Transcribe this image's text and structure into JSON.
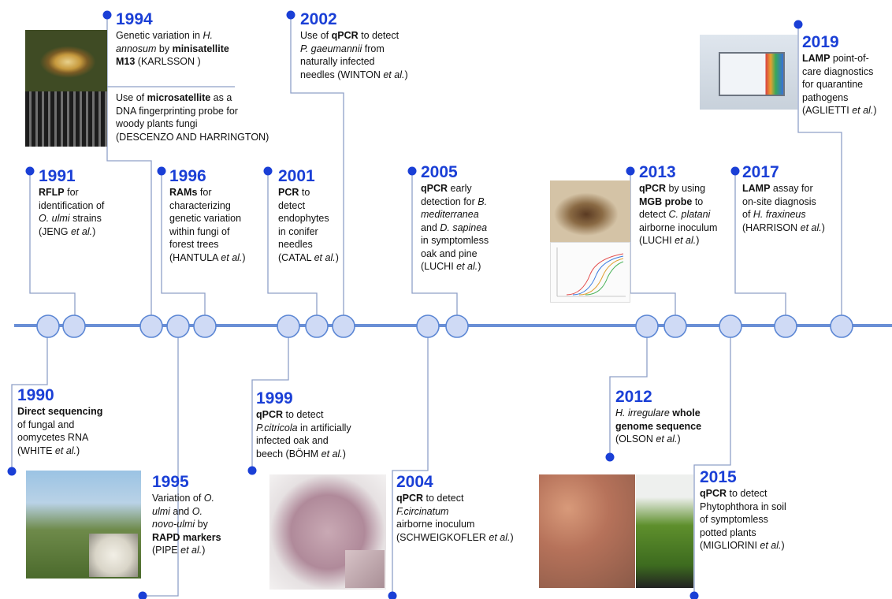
{
  "colors": {
    "line": "#6a8fd6",
    "circle_fill": "#cfdaf5",
    "circle_stroke": "#5b86d4",
    "year": "#1a3fd6",
    "leader": "#8fa0c8",
    "dot": "#1a3fd6"
  },
  "milestones": {
    "e1990": {
      "year": "1990",
      "lines": [
        "**Direct sequencing**",
        "of fungal and",
        "oomycetes RNA",
        "(WHITE *et al.*)"
      ]
    },
    "e1991": {
      "year": "1991",
      "lines": [
        "**RFLP** for",
        "identification of",
        "*O. ulmi* strains",
        "(JENG  *et al.*)"
      ]
    },
    "e1994": {
      "year": "1994",
      "lines": [
        "Genetic variation in *H.*",
        "*annosum* by  **minisatellite**",
        "**M13** (KARLSSON )"
      ]
    },
    "e1994b": {
      "lines": [
        "Use of **microsatellite** as a",
        "DNA fingerprinting probe for",
        "woody plants fungi",
        "(DESCENZO AND HARRINGTON)"
      ]
    },
    "e1995": {
      "year": "1995",
      "lines": [
        "Variation of  *O.*",
        "*ulmi* and *O.*",
        "*novo-ulmi* by",
        "**RAPD markers**",
        "(PIPE *et al.*)"
      ]
    },
    "e1996": {
      "year": "1996",
      "lines": [
        "**RAMs** for",
        "characterizing",
        "genetic variation",
        "within fungi of",
        "forest trees",
        "(HANTULA *et al.*)"
      ]
    },
    "e1999": {
      "year": "1999",
      "lines": [
        "**qPCR** to detect",
        "*P.citricola* in artificially",
        "infected oak and",
        "beech (BÖHM *et al.*)"
      ]
    },
    "e2001": {
      "year": "2001",
      "lines": [
        "**PCR** to",
        "detect",
        "endophytes",
        "in conifer",
        "needles",
        "(CATAL *et al.*)"
      ]
    },
    "e2002": {
      "year": "2002",
      "lines": [
        "Use of **qPCR** to detect",
        "*P. gaeumannii* from",
        "naturally infected",
        "needles (WINTON *et al.*)"
      ]
    },
    "e2004": {
      "year": "2004",
      "lines": [
        "**qPCR** to detect",
        "*F.circinatum*",
        "airborne inoculum",
        "(SCHWEIGKOFLER *et al.*)"
      ]
    },
    "e2005": {
      "year": "2005",
      "lines": [
        "**qPCR** early",
        "detection for *B.*",
        "*mediterranea*",
        "and *D. sapinea*",
        "in symptomless",
        "oak and pine",
        "(LUCHI *et al.*)"
      ]
    },
    "e2012": {
      "year": "2012",
      "lines": [
        "*H. irregulare* **whole**",
        "**genome sequence**",
        "(OLSON *et al.*)"
      ]
    },
    "e2013": {
      "year": "2013",
      "lines": [
        "**qPCR** by using",
        "**MGB probe** to",
        "detect *C. platani*",
        "airborne inoculum",
        "(LUCHI *et al.*)"
      ]
    },
    "e2015": {
      "year": "2015",
      "lines": [
        "**qPCR** to detect",
        "Phytophthora in soil",
        "of symptomless",
        "potted plants",
        "(MIGLIORINI *et al.*)"
      ]
    },
    "e2017": {
      "year": "2017",
      "lines": [
        "**LAMP** assay for",
        "on-site diagnosis",
        "of *H. fraxineus*",
        "(HARRISON *et al.*)"
      ]
    },
    "e2019": {
      "year": "2019",
      "lines": [
        "**LAMP** point-of-",
        "care diagnostics",
        "for quarantine",
        "pathogens",
        "(AGLIETTI *et al.*)"
      ]
    }
  }
}
